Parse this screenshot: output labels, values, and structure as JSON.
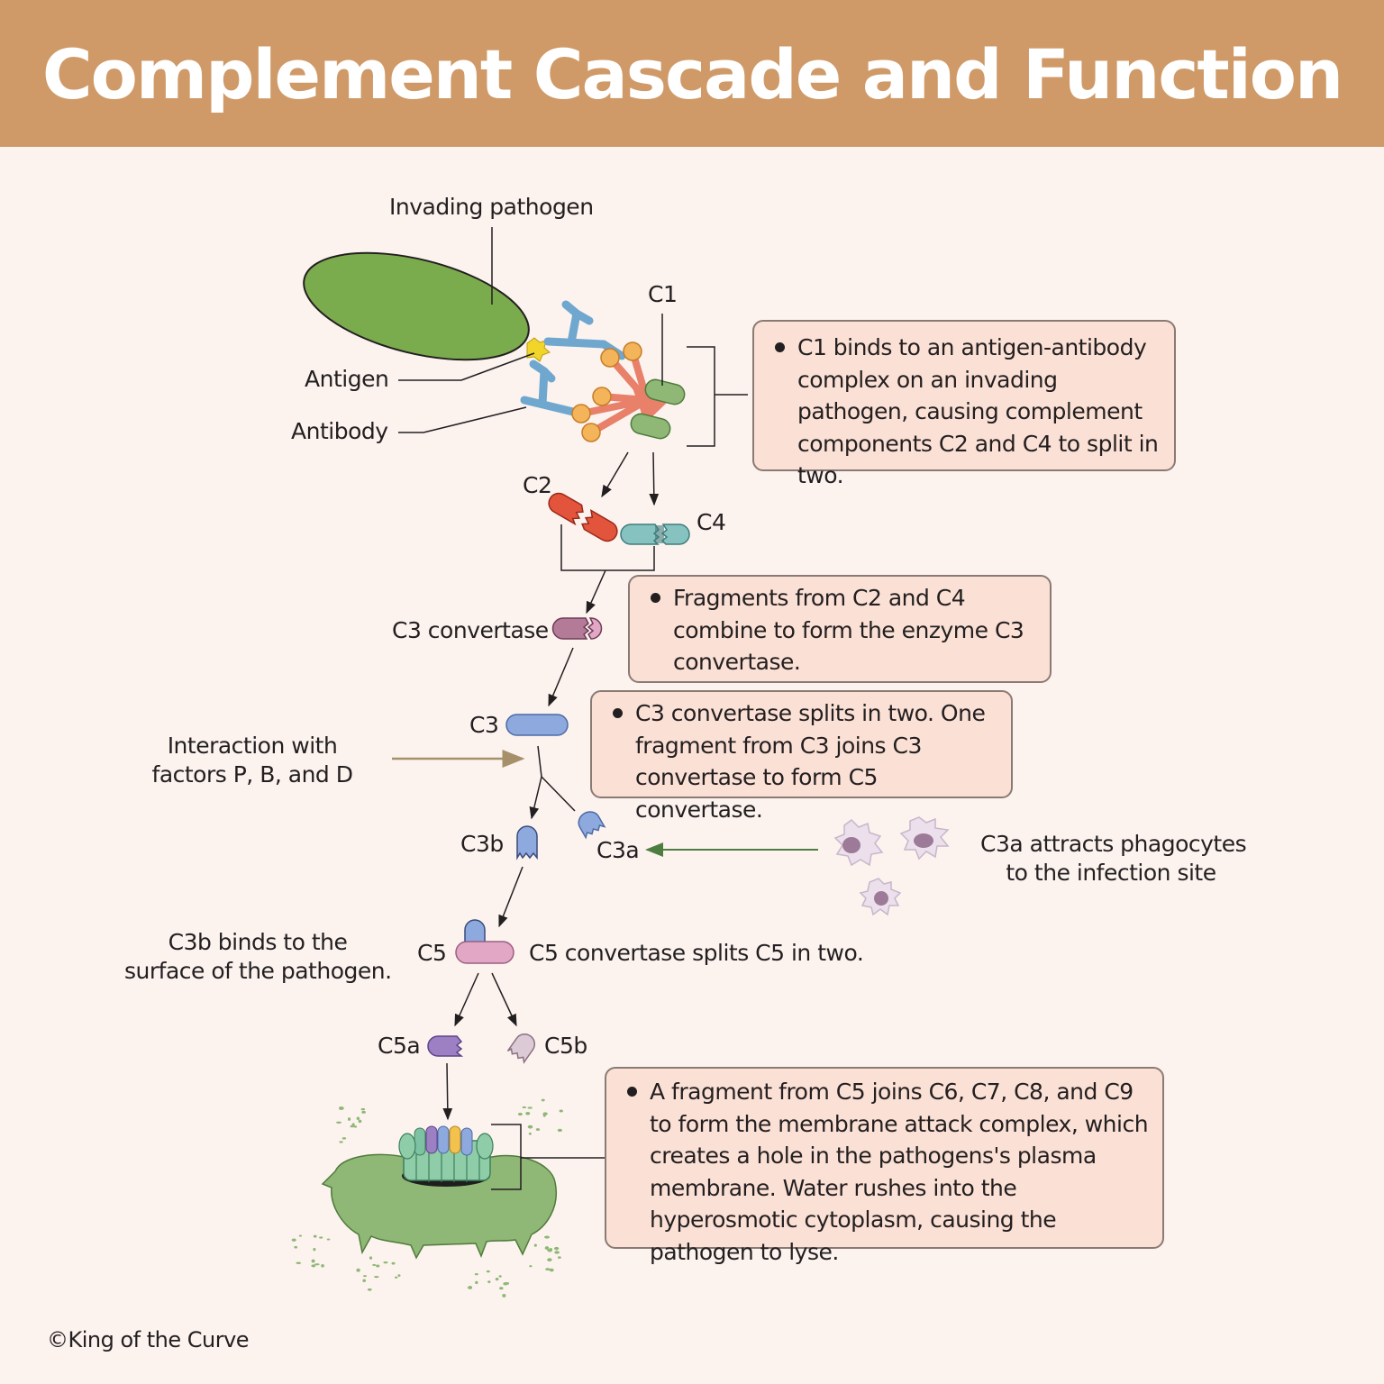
{
  "title": "Complement Cascade and Function",
  "labels": {
    "invading_pathogen": "Invading pathogen",
    "c1": "C1",
    "antigen": "Antigen",
    "antibody": "Antibody",
    "c2": "C2",
    "c4": "C4",
    "c3_convertase": "C3 convertase",
    "c3": "C3",
    "interaction_line1": "Interaction with",
    "interaction_line2": "factors P, B, and D",
    "c3b": "C3b",
    "c3a": "C3a",
    "c3a_attracts_line1": "C3a attracts phagocytes",
    "c3a_attracts_line2": "to the infection site",
    "c3b_binds_line1": "C3b binds to the",
    "c3b_binds_line2": "surface of the pathogen.",
    "c5": "C5",
    "c5_splits": "C5 convertase splits C5 in two.",
    "c5a": "C5a",
    "c5b": "C5b"
  },
  "boxes": {
    "c1_box": "C1 binds to an antigen-antibody complex on an invading pathogen, causing complement components C2 and C4 to split in two.",
    "c3conv_box": "Fragments from C2 and C4 combine to form the enzyme C3 convertase.",
    "c5conv_box": "C3 convertase splits in two. One fragment from C3 joins C3 convertase to form C5 convertase.",
    "mac_box": "A fragment from C5 joins C6, C7, C8, and C9 to form the membrane attack complex, which creates a hole in the pathogens's plasma membrane. Water rushes into the hyperosmotic cytoplasm, causing the pathogen to lyse."
  },
  "copyright": "©King of the Curve",
  "colors": {
    "banner": "#cf9a68",
    "background": "#fcf3ef",
    "box_fill": "#fbe0d5",
    "pathogen_green": "#7aab4c",
    "antibody_blue": "#6fa7cf",
    "c1_orange": "#f4b45a",
    "c2_red": "#e2543c",
    "c4_teal": "#86c2c0",
    "c3_blue": "#8ea9de",
    "c3conv_mauve": "#b37b97",
    "c5_pink": "#e1a7c5",
    "c5a_purple": "#9d7fc3",
    "arrow_green": "#4e7d42",
    "arrow_tan": "#a6906a"
  }
}
